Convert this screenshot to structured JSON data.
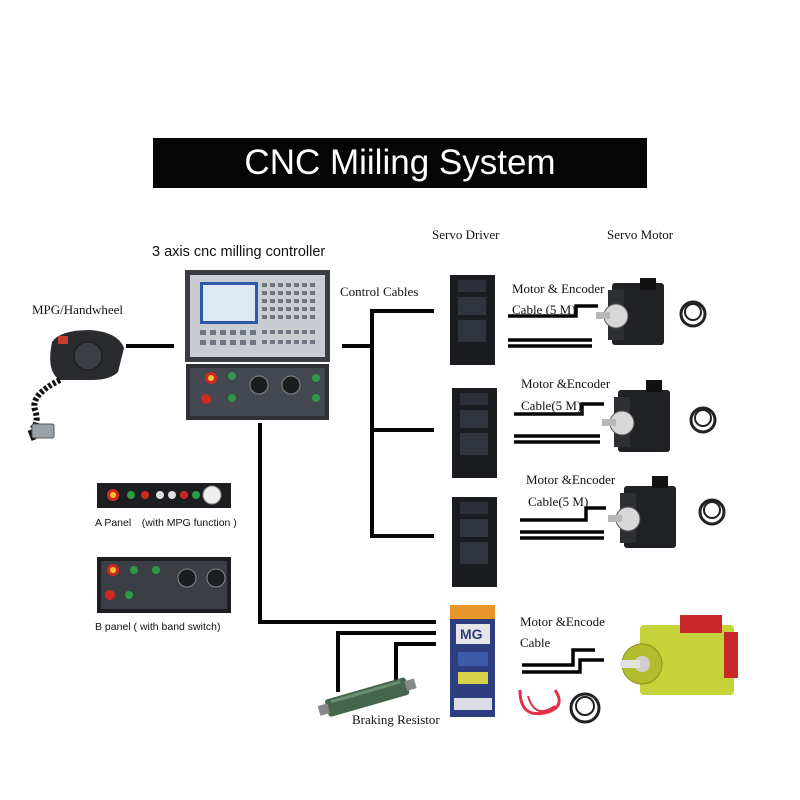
{
  "title": "CNC Miiling System",
  "labels": {
    "controller": "3 axis cnc milling controller",
    "servo_driver": "Servo Driver",
    "servo_motor": "Servo Motor",
    "mpg": "MPG/Handwheel",
    "control_cables": "Control Cables",
    "cable1_line1": "Motor & Encoder",
    "cable1_line2": "Cable (5 M)",
    "cable2_line1": "Motor &Encoder",
    "cable2_line2": "Cable(5 M)",
    "cable3_line1": "Motor &Encoder",
    "cable3_line2": "Cable(5 M)",
    "cable4_line1": "Motor &Encode",
    "cable4_line2": "Cable",
    "panel_a": "A Panel　(with MPG function )",
    "panel_b": "B panel  ( with band switch)",
    "braking_resistor": "Braking Resistor",
    "spindle_driver_brand": "MG"
  },
  "colors": {
    "line": "#050505",
    "title_bg": "#050505",
    "title_text": "#ffffff",
    "spindle_motor": "#c6d23a",
    "spindle_motor_accent": "#c8282a",
    "spindle_driver_top": "#e8952a",
    "spindle_driver_body": "#2c3e80",
    "cable_red": "#e0304a"
  }
}
